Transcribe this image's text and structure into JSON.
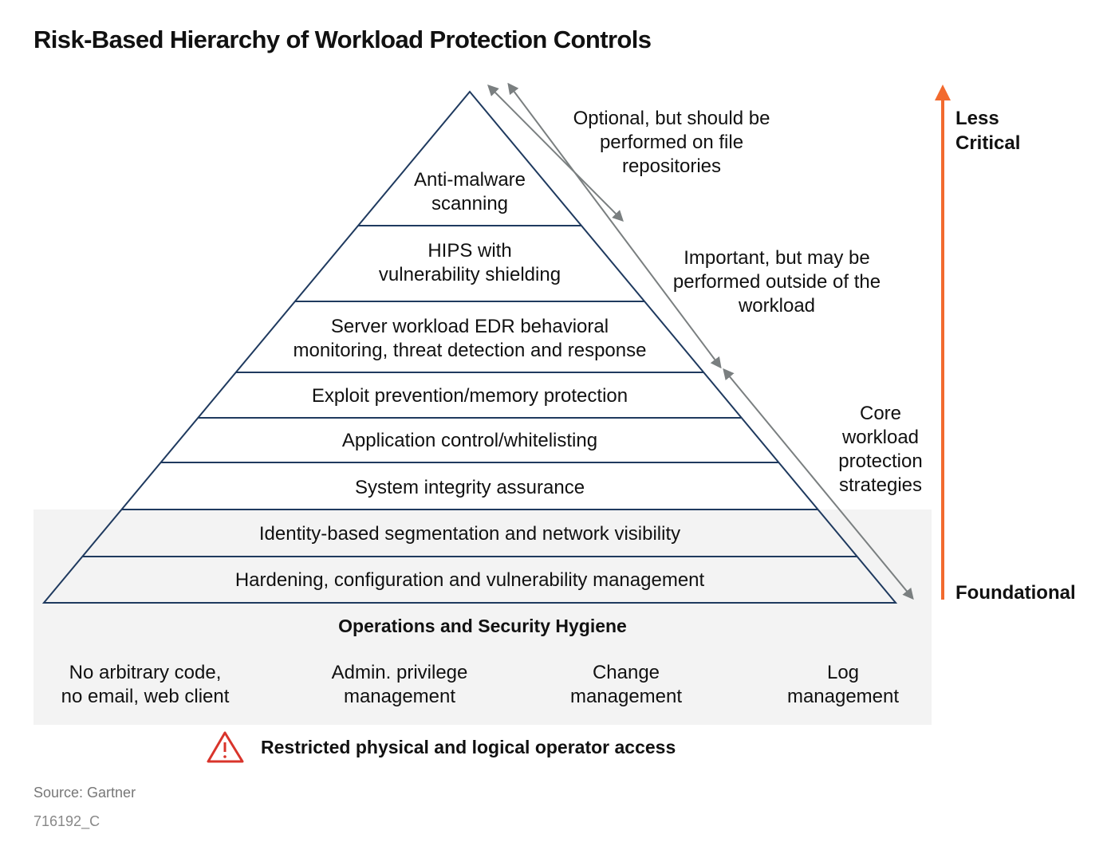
{
  "title": "Risk-Based Hierarchy of Workload Protection Controls",
  "tiers": [
    {
      "label": "Anti-malware\nscanning"
    },
    {
      "label": "HIPS with\nvulnerability shielding"
    },
    {
      "label": "Server workload EDR behavioral\nmonitoring, threat detection and response"
    },
    {
      "label": "Exploit prevention/memory protection"
    },
    {
      "label": "Application control/whitelisting"
    },
    {
      "label": "System integrity assurance"
    },
    {
      "label": "Identity-based segmentation and network visibility"
    },
    {
      "label": "Hardening, configuration and vulnerability management"
    }
  ],
  "notes": {
    "optional": "Optional, but should be performed on file repositories",
    "important": "Important, but may be performed outside of the workload",
    "core": "Core workload protection strategies"
  },
  "scale": {
    "top_label": "Less Critical",
    "bottom_label": "Foundational",
    "arrow_color": "#f26a2e"
  },
  "hygiene": {
    "title": "Operations and Security Hygiene",
    "items": [
      {
        "label": "No arbitrary code,\nno email, web client"
      },
      {
        "label": "Admin. privilege\nmanagement"
      },
      {
        "label": "Change\nmanagement"
      },
      {
        "label": "Log\nmanagement"
      }
    ]
  },
  "warning": {
    "icon": "warning-triangle-icon",
    "text": "Restricted physical and logical operator access",
    "color": "#d9342b"
  },
  "source": "Source: Gartner",
  "doc_id": "716192_C",
  "colors": {
    "pyramid_line": "#1f3a5f",
    "arrow_gray": "#7a7f80",
    "hygiene_bg": "#f3f3f3"
  }
}
